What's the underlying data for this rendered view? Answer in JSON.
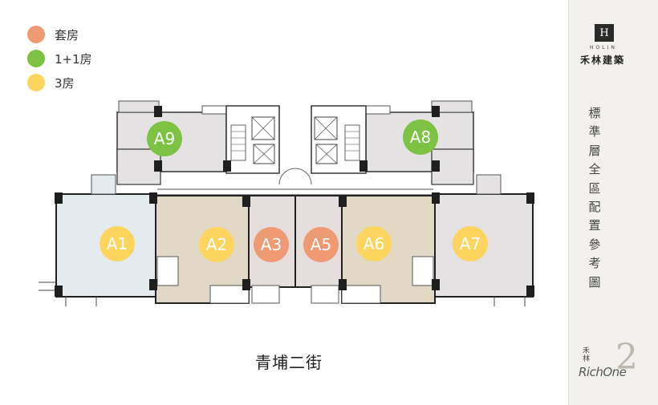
{
  "legend": [
    {
      "label": "套房",
      "color": "#EE9A73"
    },
    {
      "label": "1+1房",
      "color": "#7DC242"
    },
    {
      "label": "3房",
      "color": "#FDD55E"
    }
  ],
  "units": [
    {
      "id": "A1",
      "type": "3房"
    },
    {
      "id": "A2",
      "type": "3房"
    },
    {
      "id": "A3",
      "type": "套房"
    },
    {
      "id": "A5",
      "type": "套房"
    },
    {
      "id": "A6",
      "type": "3房"
    },
    {
      "id": "A7",
      "type": "3房"
    },
    {
      "id": "A8",
      "type": "1+1房"
    },
    {
      "id": "A9",
      "type": "1+1房"
    }
  ],
  "street_label": "青埔二街",
  "side_panel": {
    "logo_glyph": "H",
    "logo_sub": "HOLIN",
    "company": "禾林建築",
    "title_vertical": "標準層全區配置參考圖",
    "brand_small": "禾林",
    "brand_name": "RichOne",
    "brand_number": "2"
  },
  "colors": {
    "suite": "#EE9A73",
    "one_plus_one": "#7DC242",
    "three_bed": "#FDD55E",
    "unit_blue": "#E3EBEE",
    "unit_beige": "#E1D9C6",
    "unit_mauve": "#E6DEDD",
    "unit_grey": "#E4E2E3",
    "wall": "#222222"
  }
}
